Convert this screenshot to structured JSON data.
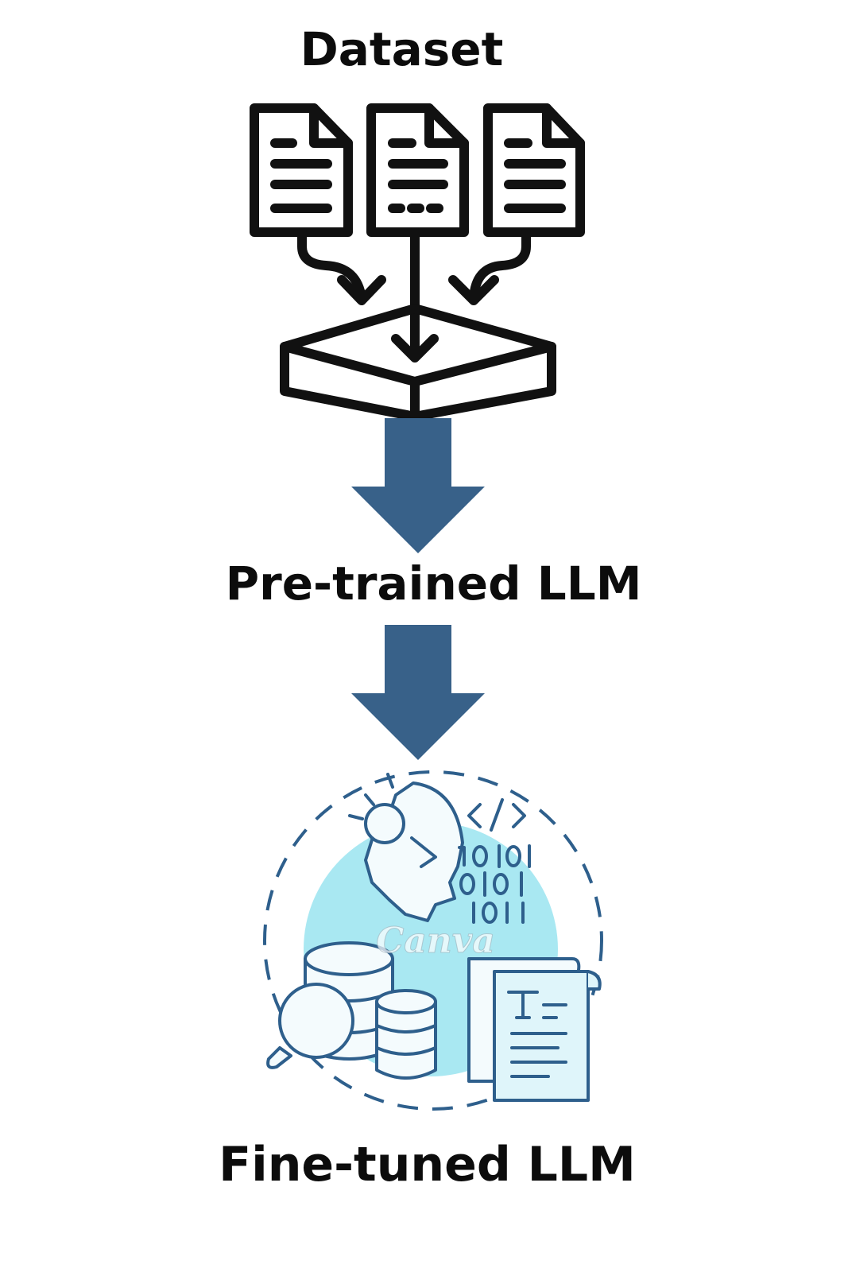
{
  "labels": {
    "dataset": "Dataset",
    "pretrained": "Pre-trained LLM",
    "finetuned": "Fine-tuned LLM"
  },
  "watermark": "Canva",
  "colors": {
    "ink": "#111111",
    "arrow": "#386189",
    "stroke_blue": "#2e5f8c",
    "fill_light": "#a9e8f2",
    "fill_paper": "#dff5fa"
  },
  "icons": {
    "documents": "document-icon",
    "funnel": "database-box-icon",
    "ai": "ai-database-icon"
  }
}
